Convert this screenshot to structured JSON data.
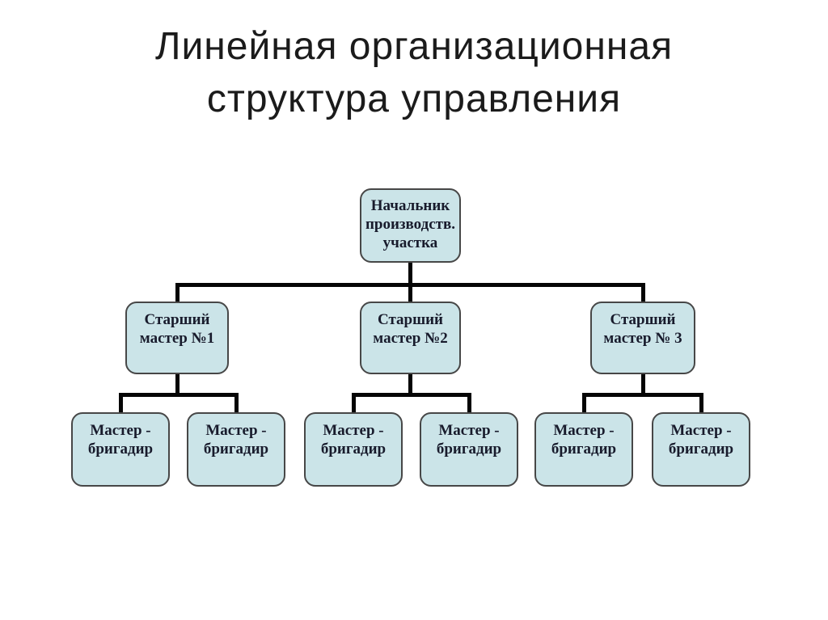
{
  "title": {
    "text": "Линейная организационная\nструктура управления"
  },
  "theme": {
    "background": "#ffffff",
    "title_text": "#1b1b1b",
    "node_fill": "#cbe4e8",
    "node_border": "#474747",
    "node_text": "#181b2c",
    "connector": "#050505"
  },
  "diagram": {
    "type": "org-chart",
    "nodes": {
      "root": {
        "label": "Начальник\nпроизводств.\nучастка"
      },
      "m1": {
        "label": "Старший\nмастер №1"
      },
      "m2": {
        "label": "Старший\nмастер №2"
      },
      "m3": {
        "label": "Старший\nмастер № 3"
      },
      "b1": {
        "label": "Мастер -\nбригадир"
      },
      "b2": {
        "label": "Мастер -\nбригадир"
      },
      "b3": {
        "label": "Мастер -\nбригадир"
      },
      "b4": {
        "label": "Мастер -\nбригадир"
      },
      "b5": {
        "label": "Мастер -\nбригадир"
      },
      "b6": {
        "label": "Мастер -\nбригадир"
      }
    },
    "edges": [
      [
        "root",
        "m1"
      ],
      [
        "root",
        "m2"
      ],
      [
        "root",
        "m3"
      ],
      [
        "m1",
        "b1"
      ],
      [
        "m1",
        "b2"
      ],
      [
        "m2",
        "b3"
      ],
      [
        "m2",
        "b4"
      ],
      [
        "m3",
        "b5"
      ],
      [
        "m3",
        "b6"
      ]
    ]
  }
}
